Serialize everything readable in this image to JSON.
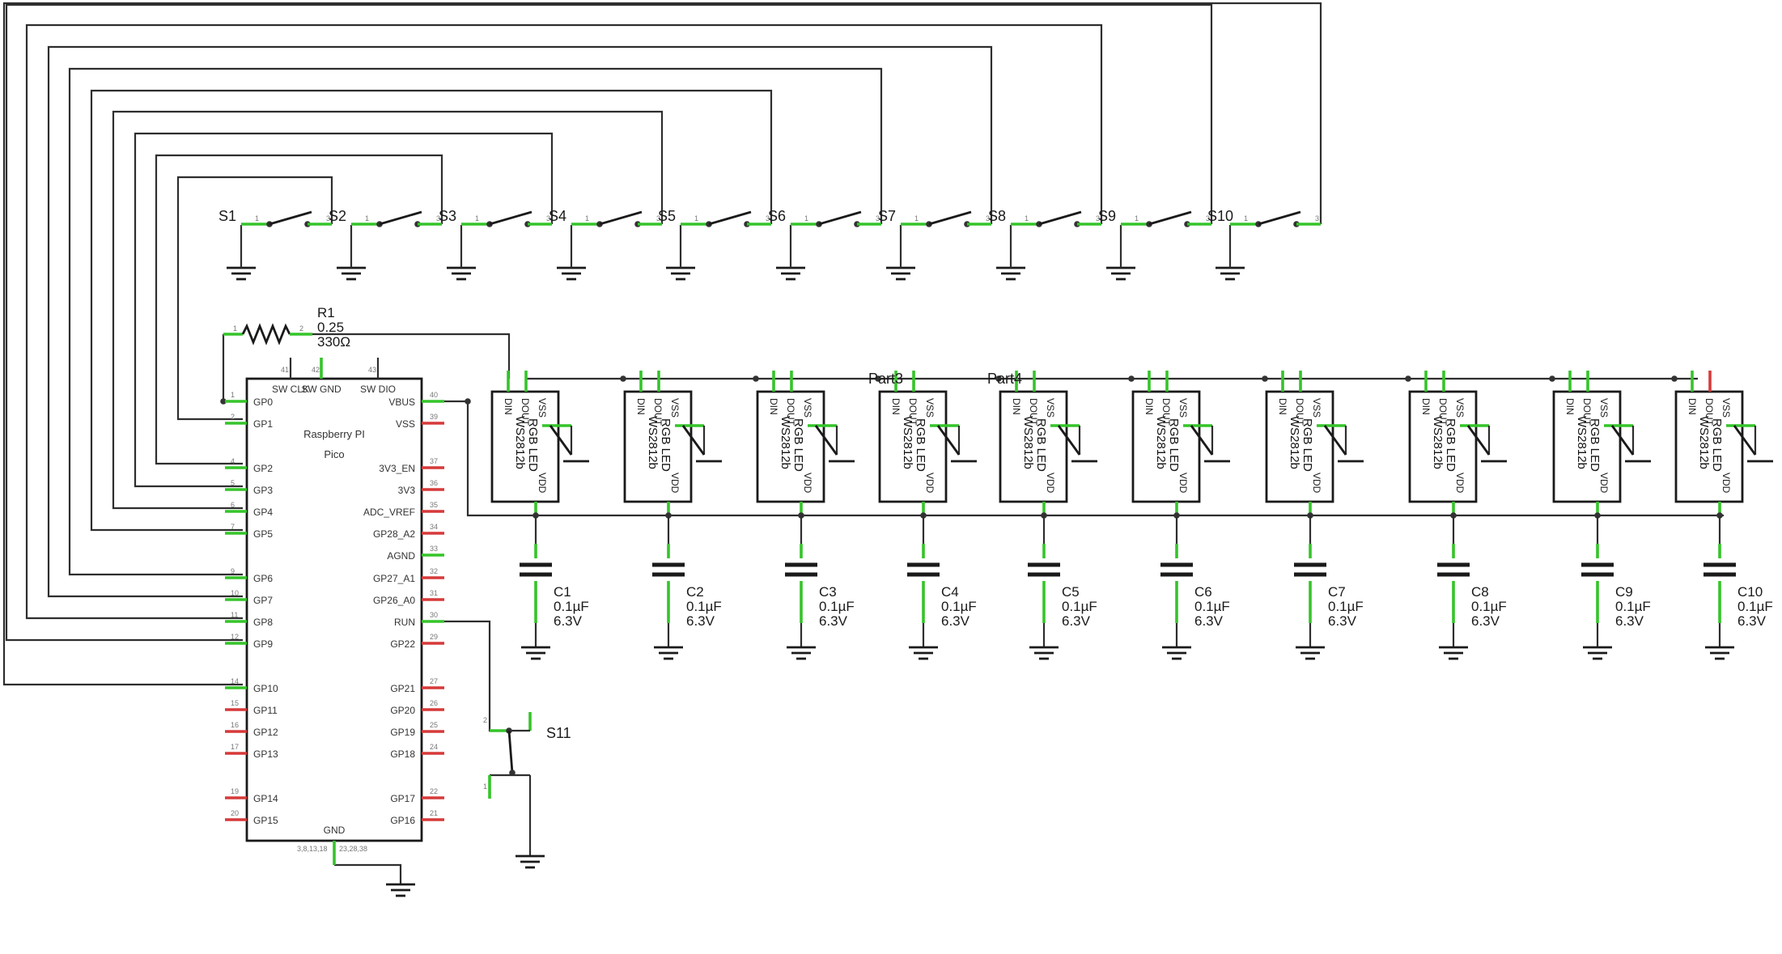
{
  "switches": [
    {
      "ref": "S1",
      "pin1": "1",
      "pin2": "3"
    },
    {
      "ref": "S2",
      "pin1": "1",
      "pin2": "3"
    },
    {
      "ref": "S3",
      "pin1": "1",
      "pin2": "3"
    },
    {
      "ref": "S4",
      "pin1": "1",
      "pin2": "3"
    },
    {
      "ref": "S5",
      "pin1": "1",
      "pin2": "3"
    },
    {
      "ref": "S6",
      "pin1": "1",
      "pin2": "3"
    },
    {
      "ref": "S7",
      "pin1": "1",
      "pin2": "3"
    },
    {
      "ref": "S8",
      "pin1": "1",
      "pin2": "3"
    },
    {
      "ref": "S9",
      "pin1": "1",
      "pin2": "3"
    },
    {
      "ref": "S10",
      "pin1": "1",
      "pin2": "3"
    }
  ],
  "resistor": {
    "ref": "R1",
    "power": "0.25",
    "value": "330Ω",
    "pin1": "1",
    "pin2": "2"
  },
  "pico": {
    "name_line1": "Raspberry PI",
    "name_line2": "Pico",
    "top_pins": [
      {
        "label": "SW CLK",
        "num": "41"
      },
      {
        "label": "SW GND",
        "num": "42"
      },
      {
        "label": "SW DIO",
        "num": "43"
      }
    ],
    "left_pins": [
      {
        "label": "GP0",
        "num": "1",
        "connected": true
      },
      {
        "label": "GP1",
        "num": "2",
        "connected": true
      },
      {
        "label": "GP2",
        "num": "4",
        "connected": true
      },
      {
        "label": "GP3",
        "num": "5",
        "connected": true
      },
      {
        "label": "GP4",
        "num": "6",
        "connected": true
      },
      {
        "label": "GP5",
        "num": "7",
        "connected": true
      },
      {
        "label": "GP6",
        "num": "9",
        "connected": true
      },
      {
        "label": "GP7",
        "num": "10",
        "connected": true
      },
      {
        "label": "GP8",
        "num": "11",
        "connected": true
      },
      {
        "label": "GP9",
        "num": "12",
        "connected": true
      },
      {
        "label": "GP10",
        "num": "14",
        "connected": true
      },
      {
        "label": "GP11",
        "num": "15",
        "connected": false
      },
      {
        "label": "GP12",
        "num": "16",
        "connected": false
      },
      {
        "label": "GP13",
        "num": "17",
        "connected": false
      },
      {
        "label": "GP14",
        "num": "19",
        "connected": false
      },
      {
        "label": "GP15",
        "num": "20",
        "connected": false
      }
    ],
    "right_pins": [
      {
        "label": "VBUS",
        "num": "40",
        "connected": true
      },
      {
        "label": "VSS",
        "num": "39",
        "connected": false
      },
      {
        "label": "3V3_EN",
        "num": "37",
        "connected": false
      },
      {
        "label": "3V3",
        "num": "36",
        "connected": false
      },
      {
        "label": "ADC_VREF",
        "num": "35",
        "connected": false
      },
      {
        "label": "GP28_A2",
        "num": "34",
        "connected": false
      },
      {
        "label": "AGND",
        "num": "33",
        "connected": true
      },
      {
        "label": "GP27_A1",
        "num": "32",
        "connected": false
      },
      {
        "label": "GP26_A0",
        "num": "31",
        "connected": false
      },
      {
        "label": "RUN",
        "num": "30",
        "connected": true
      },
      {
        "label": "GP22",
        "num": "29",
        "connected": false
      },
      {
        "label": "GP21",
        "num": "27",
        "connected": false
      },
      {
        "label": "GP20",
        "num": "26",
        "connected": false
      },
      {
        "label": "GP19",
        "num": "25",
        "connected": false
      },
      {
        "label": "GP18",
        "num": "24",
        "connected": false
      },
      {
        "label": "GP17",
        "num": "22",
        "connected": false
      },
      {
        "label": "GP16",
        "num": "21",
        "connected": false
      }
    ],
    "gnd_label": "GND",
    "gnd_pins_left": "3,8,13,18",
    "gnd_pins_right": "23,28,38"
  },
  "leds": [
    {
      "part": "WS2812b",
      "type": "RGB LED",
      "din": "DIN",
      "dout": "DOUT",
      "vss": "VSS",
      "vdd": "VDD",
      "end": false
    },
    {
      "part": "WS2812b",
      "type": "RGB LED",
      "din": "DIN",
      "dout": "DOUT",
      "vss": "VSS",
      "vdd": "VDD",
      "end": false
    },
    {
      "part": "WS2812b",
      "type": "RGB LED",
      "din": "DIN",
      "dout": "DOUT",
      "vss": "VSS",
      "vdd": "VDD",
      "end": false
    },
    {
      "part": "WS2812b",
      "type": "RGB LED",
      "din": "DIN",
      "dout": "DOUT",
      "vss": "VSS",
      "vdd": "VDD",
      "end": false
    },
    {
      "part": "WS2812b",
      "type": "RGB LED",
      "din": "DIN",
      "dout": "DOUT",
      "vss": "VSS",
      "vdd": "VDD",
      "end": false
    },
    {
      "part": "WS2812b",
      "type": "RGB LED",
      "din": "DIN",
      "dout": "DOUT",
      "vss": "VSS",
      "vdd": "VDD",
      "end": false
    },
    {
      "part": "WS2812b",
      "type": "RGB LED",
      "din": "DIN",
      "dout": "DOUT",
      "vss": "VSS",
      "vdd": "VDD",
      "end": false
    },
    {
      "part": "WS2812b",
      "type": "RGB LED",
      "din": "DIN",
      "dout": "DOUT",
      "vss": "VSS",
      "vdd": "VDD",
      "end": false
    },
    {
      "part": "WS2812b",
      "type": "RGB LED",
      "din": "DIN",
      "dout": "DOUT",
      "vss": "VSS",
      "vdd": "VDD",
      "end": false
    },
    {
      "part": "WS2812b",
      "type": "RGB LED",
      "din": "DIN",
      "dout": "DOUT",
      "vss": "VSS",
      "vdd": "VDD",
      "end": true
    }
  ],
  "part_labels": [
    "Part3",
    "Part4"
  ],
  "capacitors": [
    {
      "ref": "C1",
      "value": "0.1µF",
      "voltage": "6.3V"
    },
    {
      "ref": "C2",
      "value": "0.1µF",
      "voltage": "6.3V"
    },
    {
      "ref": "C3",
      "value": "0.1µF",
      "voltage": "6.3V"
    },
    {
      "ref": "C4",
      "value": "0.1µF",
      "voltage": "6.3V"
    },
    {
      "ref": "C5",
      "value": "0.1µF",
      "voltage": "6.3V"
    },
    {
      "ref": "C6",
      "value": "0.1µF",
      "voltage": "6.3V"
    },
    {
      "ref": "C7",
      "value": "0.1µF",
      "voltage": "6.3V"
    },
    {
      "ref": "C8",
      "value": "0.1µF",
      "voltage": "6.3V"
    },
    {
      "ref": "C9",
      "value": "0.1µF",
      "voltage": "6.3V"
    },
    {
      "ref": "C10",
      "value": "0.1µF",
      "voltage": "6.3V"
    }
  ],
  "reset_switch": {
    "ref": "S11",
    "pin1": "1",
    "pin2": "2"
  },
  "colors": {
    "wire": "#2e2e2e",
    "pin_connected": "#35c42a",
    "pin_unconnected": "#d63a3a",
    "component": "#1a1a1a"
  }
}
